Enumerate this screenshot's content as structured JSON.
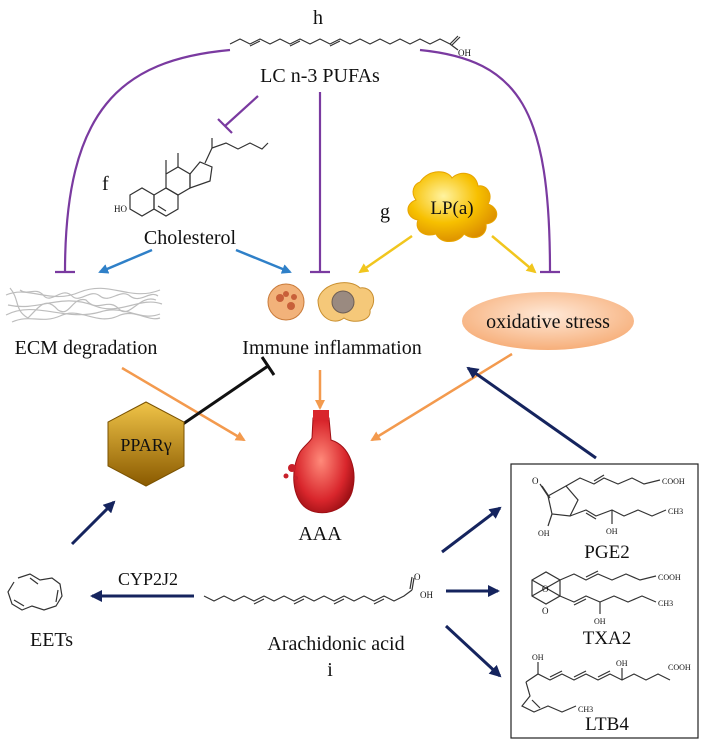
{
  "panel_letters": {
    "h": "h",
    "f": "f",
    "g": "g",
    "i": "i"
  },
  "nodes": {
    "lc_pufas": "LC n-3 PUFAs",
    "cholesterol": "Cholesterol",
    "lpa": "LP(a)",
    "ecm": "ECM degradation",
    "immune": "Immune inflammation",
    "oxidative": "oxidative stress",
    "ppar": "PPARγ",
    "aaa": "AAA",
    "arachidonic": "Arachidonic acid",
    "cyp": "CYP2J2",
    "eets": "EETs",
    "pge2": "PGE2",
    "txa2": "TXA2",
    "ltb4": "LTB4"
  },
  "structure_labels": {
    "oh": "OH",
    "ho": "HO",
    "o": "O",
    "cooh": "COOH",
    "ch3": "CH3"
  },
  "colors": {
    "inhibit": "#7a3aa0",
    "cholesterol_arrow": "#2f80c8",
    "lpa_arrow": "#f1c61e",
    "orange_arrow": "#f39a4e",
    "dark_arrow": "#15245e",
    "ppar_inhibit": "#111111",
    "oxidative_fill": "#f7b98c",
    "ppar_fill": "#b8860b",
    "lpa_fill": "#f6b800",
    "aaa_red": "#d9262c"
  }
}
